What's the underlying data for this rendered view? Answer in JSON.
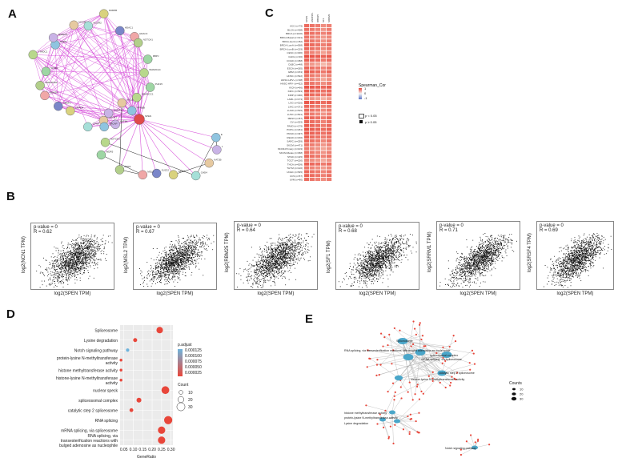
{
  "panels": {
    "a": "A",
    "b": "B",
    "c": "C",
    "d": "D",
    "e": "E"
  },
  "network_a": {
    "hub_label": "SPEN",
    "node_labels": [
      "PHF15",
      "SMARCC1",
      "PPNBB",
      "KAT6A",
      "TRIOX1",
      "CPNA",
      "SMAD4",
      "SRSF1",
      "RBM25",
      "SNRNP200",
      "SF3B1",
      "YTHDC1",
      "SPEN",
      "MIDEAS",
      "NCOR1",
      "NCOR2",
      "KDM5B",
      "HDAC1",
      "HDAC3",
      "NOTCH1",
      "RBPJ",
      "SMARCA4",
      "ESR1",
      "ZFN2",
      "KAT2B",
      "CHD4",
      "SIN3A",
      "SUZ12",
      "MEL7",
      "BRD4",
      "WDR5",
      "NOTCH3",
      "SRCAP",
      "DNMT1",
      "NSD1"
    ]
  },
  "heatmap_c": {
    "legend_title": "Spearman_Cor",
    "legend_ticks": [
      "1",
      "0",
      "-1"
    ],
    "p_labels": [
      "p < 0.05",
      "p ≥ 0.05"
    ],
    "columns": [
      "SPEN",
      "HNRNPL",
      "RBM25",
      "SF1",
      "SRRM1"
    ],
    "rows": [
      "ACC (n=79)",
      "BLCA (n=408)",
      "BRCA (n=1100)",
      "BRCA-Basal (n=191)",
      "BRCA-Her2 (n=82)",
      "BRCA-LumA (n=568)",
      "BRCA-LumB (n=219)",
      "CESC (n=306)",
      "CHOL (n=36)",
      "COAD (n=458)",
      "DLBC (n=48)",
      "ESCA (n=185)",
      "GBM (n=153)",
      "HNSC (n=522)",
      "HNSC-HPV+ (n=98)",
      "HNSC-HPV- (n=422)",
      "KICH (n=66)",
      "KIRC (n=533)",
      "KIRP (n=290)",
      "LAML (n=173)",
      "LGG (n=516)",
      "LIHC (n=371)",
      "LUAD (n=515)",
      "LUSC (n=501)",
      "MESO (n=87)",
      "OV (n=303)",
      "PAAD (n=179)",
      "PCPG (n=181)",
      "PRAD (n=497)",
      "READ (n=166)",
      "SARC (n=259)",
      "SKCM (n=471)",
      "SKCM-Primary (n=103)",
      "SKCM-Metas (n=368)",
      "STAD (n=415)",
      "TGCT (n=150)",
      "THCA (n=509)",
      "THYM (n=120)",
      "UCEC (n=545)",
      "UCS (n=57)",
      "UVM (n=80)"
    ],
    "values": [
      [
        0.82,
        0.79,
        0.76,
        0.7,
        0.74
      ],
      [
        0.8,
        0.77,
        0.73,
        0.68,
        0.76
      ],
      [
        0.84,
        0.8,
        0.78,
        0.74,
        0.79
      ],
      [
        0.79,
        0.75,
        0.71,
        0.66,
        0.72
      ],
      [
        0.81,
        0.78,
        0.74,
        0.69,
        0.75
      ],
      [
        0.85,
        0.82,
        0.79,
        0.75,
        0.8
      ],
      [
        0.83,
        0.8,
        0.77,
        0.72,
        0.78
      ],
      [
        0.78,
        0.74,
        0.7,
        0.64,
        0.71
      ],
      [
        0.92,
        0.9,
        0.88,
        0.85,
        0.89
      ],
      [
        0.86,
        0.83,
        0.81,
        0.77,
        0.82
      ],
      [
        0.7,
        0.66,
        0.62,
        0.55,
        0.63
      ],
      [
        0.84,
        0.8,
        0.77,
        0.73,
        0.79
      ],
      [
        0.88,
        0.85,
        0.82,
        0.78,
        0.84
      ],
      [
        0.8,
        0.77,
        0.73,
        0.68,
        0.75
      ],
      [
        0.77,
        0.73,
        0.69,
        0.62,
        0.7
      ],
      [
        0.81,
        0.78,
        0.74,
        0.7,
        0.76
      ],
      [
        0.9,
        0.88,
        0.86,
        0.83,
        0.87
      ],
      [
        0.87,
        0.84,
        0.82,
        0.79,
        0.83
      ],
      [
        0.85,
        0.82,
        0.8,
        0.76,
        0.81
      ],
      [
        0.72,
        0.68,
        0.64,
        0.58,
        0.65
      ],
      [
        0.89,
        0.86,
        0.84,
        0.81,
        0.85
      ],
      [
        0.83,
        0.8,
        0.77,
        0.73,
        0.78
      ],
      [
        0.82,
        0.79,
        0.76,
        0.71,
        0.77
      ],
      [
        0.8,
        0.76,
        0.72,
        0.67,
        0.74
      ],
      [
        0.86,
        0.83,
        0.8,
        0.76,
        0.82
      ],
      [
        0.84,
        0.81,
        0.78,
        0.74,
        0.8
      ],
      [
        0.87,
        0.84,
        0.81,
        0.77,
        0.83
      ],
      [
        0.9,
        0.87,
        0.85,
        0.82,
        0.86
      ],
      [
        0.88,
        0.85,
        0.83,
        0.8,
        0.84
      ],
      [
        0.85,
        0.82,
        0.79,
        0.75,
        0.8
      ],
      [
        0.83,
        0.8,
        0.77,
        0.72,
        0.79
      ],
      [
        0.79,
        0.76,
        0.72,
        0.67,
        0.74
      ],
      [
        0.76,
        0.72,
        0.68,
        0.62,
        0.7
      ],
      [
        0.8,
        0.77,
        0.73,
        0.68,
        0.75
      ],
      [
        0.84,
        0.81,
        0.78,
        0.74,
        0.8
      ],
      [
        0.74,
        0.7,
        0.66,
        0.6,
        0.68
      ],
      [
        0.86,
        0.83,
        0.81,
        0.77,
        0.82
      ],
      [
        0.78,
        0.74,
        0.7,
        0.65,
        0.72
      ],
      [
        0.83,
        0.8,
        0.77,
        0.73,
        0.79
      ],
      [
        0.85,
        0.82,
        0.79,
        0.75,
        0.81
      ],
      [
        0.81,
        0.78,
        0.74,
        0.7,
        0.76
      ]
    ]
  },
  "scatter_b": [
    {
      "title_p": "p-value = 0",
      "title_r": "R = 0.62",
      "ylabel": "log2(NCN1 TPM)",
      "xlabel": "log2(SPEN TPM)",
      "r": 0.62
    },
    {
      "title_p": "p-value = 0",
      "title_r": "R = 0.67",
      "ylabel": "log2(MSL2 TPM)",
      "xlabel": "log2(SPEN TPM)",
      "r": 0.67
    },
    {
      "title_p": "p-value = 0",
      "title_r": "R = 0.64",
      "ylabel": "log2(RBM25 TPM)",
      "xlabel": "log2(SPEN TPM)",
      "r": 0.64
    },
    {
      "title_p": "p-value = 0",
      "title_r": "R = 0.68",
      "ylabel": "log2(SF1 TPM)",
      "xlabel": "log2(SPEN TPM)",
      "r": 0.68
    },
    {
      "title_p": "p-value = 0",
      "title_r": "R = 0.71",
      "ylabel": "log2(SRRM1 TPM)",
      "xlabel": "log2(SPEN TPM)",
      "r": 0.71
    },
    {
      "title_p": "p-value = 0",
      "title_r": "R = 0.69",
      "ylabel": "log2(SRSF4 TPM)",
      "xlabel": "log2(SPEN TPM)",
      "r": 0.69
    }
  ],
  "chart_data": [
    {
      "type": "scatter",
      "title": "",
      "xlabel": "GeneRatio",
      "ylabel": "",
      "xlim": [
        0.03,
        0.31
      ],
      "x_ticks": [
        "0.05",
        "0.10",
        "0.15",
        "0.20",
        "0.25",
        "0.30"
      ],
      "legend_color_title": "p.adjust",
      "legend_color_ticks": [
        "0.000125",
        "0.000100",
        "0.000075",
        "0.000050",
        "0.000025"
      ],
      "legend_size_title": "Count",
      "legend_size_ticks": [
        "10",
        "20",
        "30"
      ],
      "categories": [
        "Spliceosome",
        "Lysine degradation",
        "Notch signaling pathway",
        "protein-lysine N-methyltransferase activity",
        "histone methyltransferase activity",
        "histone-lysine N-methyltransferase activity",
        "nuclear speck",
        "spliceosomal complex",
        "catalytic step 2 spliceosome",
        "RNA splicing",
        "mRNA splicing, via spliceosome",
        "RNA splicing, via transesterification reactions with bulged adenosine as nucleophile"
      ],
      "gene_ratio": [
        0.24,
        0.11,
        0.07,
        0.035,
        0.035,
        0.035,
        0.27,
        0.13,
        0.09,
        0.285,
        0.25,
        0.25
      ],
      "count": [
        22,
        10,
        7,
        4,
        4,
        4,
        28,
        14,
        9,
        30,
        26,
        26
      ],
      "p_adjust": [
        1e-05,
        2e-05,
        0.00012,
        3e-05,
        3e-05,
        3e-05,
        1e-05,
        1e-05,
        2e-05,
        1e-05,
        1e-05,
        1e-05
      ]
    }
  ],
  "network_e": {
    "legend_title": "Counts",
    "legend_ticks": [
      "10",
      "20",
      "30"
    ],
    "term_labels": [
      "Spliceosome",
      "RNA splicing, via transesterification reactions with bulged adenosine as nucleophile",
      "spliceosomal complex",
      "mRNA splicing, via spliceosome",
      "catalytic step 2 spliceosome",
      "histone-lysine N-methyltransferase activity",
      "histone methyltransferase activity",
      "protein-lysine N-methyltransferase activity",
      "Lysine degradation",
      "Notch signaling pathway"
    ]
  },
  "colors": {
    "edge_a": "#d33fd6",
    "hub_a": "#e04a4a",
    "dot_red": "#e8463a",
    "dot_blue": "#6fb4dc",
    "heat_high": "#e8463a",
    "heat_low": "#f6c7b8",
    "term_node": "#4aa6c9",
    "gene_node": "#e8463a"
  }
}
